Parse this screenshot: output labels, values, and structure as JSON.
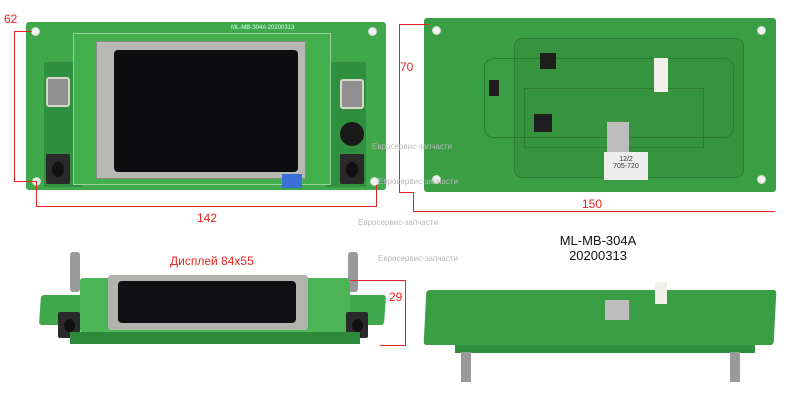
{
  "dimensions": {
    "height_top_left": "62",
    "width_top_left": "142",
    "height_top_right": "70",
    "width_top_right": "150",
    "depth_side": "29"
  },
  "display_label": "Дисплей 84x55",
  "model": {
    "name": "ML-MB-304A",
    "date": "20200313"
  },
  "silkscreen": {
    "board_label": "ML-MB-304A  20200313",
    "sticker_line1": "12/2",
    "sticker_line2": "705-720"
  },
  "watermark": "Евросервис-запчасти",
  "colors": {
    "pcb": "#3fa84a",
    "dimension": "#e52620"
  }
}
